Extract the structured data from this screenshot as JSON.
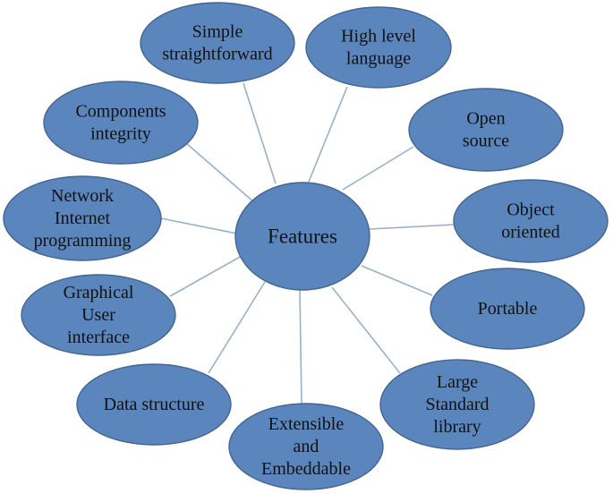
{
  "colors": {
    "node_fill": "#5b86bd",
    "node_stroke": "#44658e",
    "connector": "#9ab0c8",
    "text": "#111111",
    "background": "#ffffff"
  },
  "center": {
    "label": "Features"
  },
  "nodes": [
    {
      "id": "simple",
      "lines": [
        "Simple",
        "straightforward"
      ]
    },
    {
      "id": "high-level",
      "lines": [
        "High level",
        "language"
      ]
    },
    {
      "id": "open-source",
      "lines": [
        "Open",
        "source"
      ]
    },
    {
      "id": "object-oriented",
      "lines": [
        "Object",
        "oriented"
      ]
    },
    {
      "id": "portable",
      "lines": [
        "Portable"
      ]
    },
    {
      "id": "large-standard-library",
      "lines": [
        "Large",
        "Standard",
        "library"
      ]
    },
    {
      "id": "extensible",
      "lines": [
        "Extensible",
        "and",
        "Embeddable"
      ]
    },
    {
      "id": "data-structure",
      "lines": [
        "Data structure"
      ]
    },
    {
      "id": "gui",
      "lines": [
        "Graphical",
        "User",
        "interface"
      ]
    },
    {
      "id": "network",
      "lines": [
        "Network",
        "Internet",
        "programming"
      ]
    },
    {
      "id": "components",
      "lines": [
        "Components",
        "integrity"
      ]
    }
  ]
}
